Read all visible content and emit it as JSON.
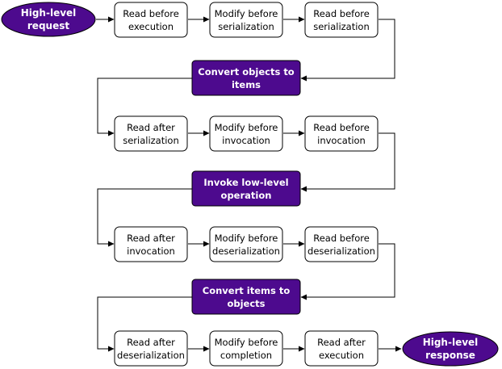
{
  "diagram": {
    "start": {
      "line1": "High-level",
      "line2": "request"
    },
    "end": {
      "line1": "High-level",
      "line2": "response"
    },
    "row1": [
      {
        "line1": "Read before",
        "line2": "execution"
      },
      {
        "line1": "Modify before",
        "line2": "serialization"
      },
      {
        "line1": "Read before",
        "line2": "serialization"
      }
    ],
    "step1": {
      "line1": "Convert objects to",
      "line2": "items"
    },
    "row2": [
      {
        "line1": "Read after",
        "line2": "serialization"
      },
      {
        "line1": "Modify before",
        "line2": "invocation"
      },
      {
        "line1": "Read before",
        "line2": "invocation"
      }
    ],
    "step2": {
      "line1": "Invoke low-level",
      "line2": "operation"
    },
    "row3": [
      {
        "line1": "Read after",
        "line2": "invocation"
      },
      {
        "line1": "Modify before",
        "line2": "deserialization"
      },
      {
        "line1": "Read before",
        "line2": "deserialization"
      }
    ],
    "step3": {
      "line1": "Convert items to",
      "line2": "objects"
    },
    "row4": [
      {
        "line1": "Read after",
        "line2": "deserialization"
      },
      {
        "line1": "Modify before",
        "line2": "completion"
      },
      {
        "line1": "Read after",
        "line2": "execution"
      }
    ],
    "colors": {
      "accent": "#4d0a8e",
      "box_fill": "#ffffff",
      "stroke": "#000000"
    }
  }
}
